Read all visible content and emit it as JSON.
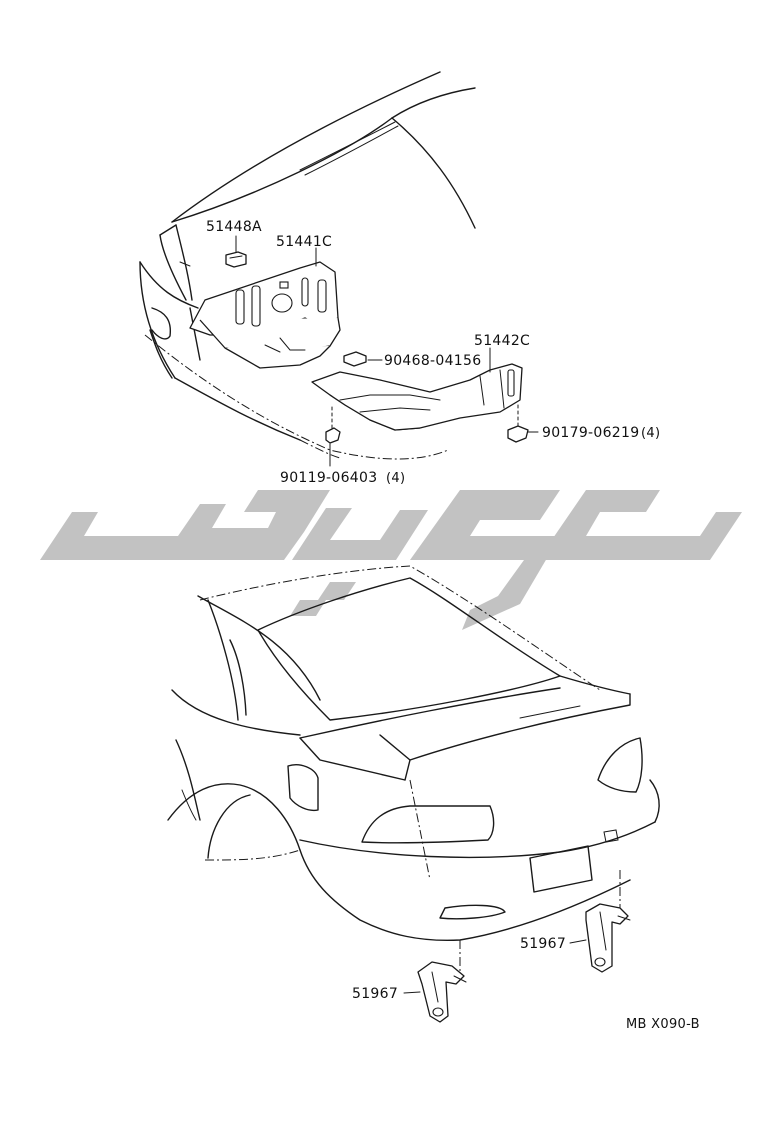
{
  "part_labels": {
    "p51448a": "51448A",
    "p51441c": "51441C",
    "p51442c": "51442C",
    "p90468": "90468-04156",
    "p90179": "90179-06219",
    "p90179_qty": "(4)",
    "p90119": "90119-06403",
    "p90119_qty": "(4)",
    "p51967_right": "51967",
    "p51967_left": "51967"
  },
  "diagram_code": "MB X090-B",
  "colors": {
    "line": "#1a1a1a",
    "watermark": "#c2c2c2",
    "background": "#ffffff"
  }
}
